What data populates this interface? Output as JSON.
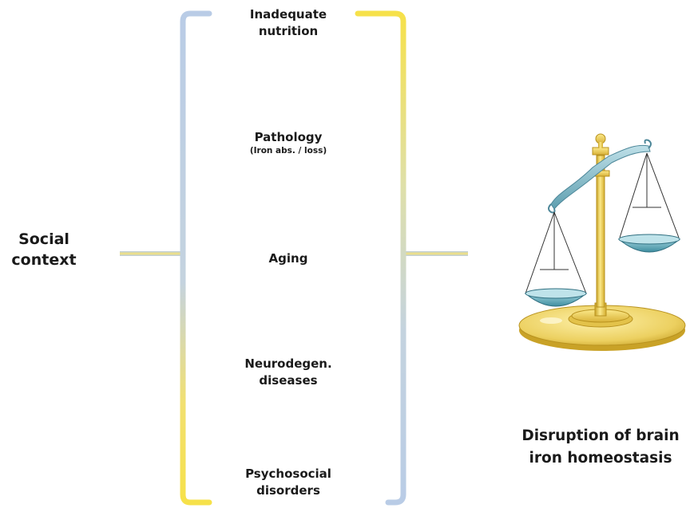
{
  "social_context": {
    "line1": "Social",
    "line2": "context"
  },
  "factors": [
    {
      "line1": "Inadequate",
      "line2": "nutrition"
    },
    {
      "line1": "Pathology",
      "sub": "(Iron abs. / loss)"
    },
    {
      "line1": "Aging"
    },
    {
      "line1": "Neurodegen.",
      "line2": "diseases"
    },
    {
      "line1": "Psychosocial",
      "line2": "disorders"
    }
  ],
  "outcome": {
    "line1": "Disruption of brain",
    "line2": "iron homeostasis"
  },
  "colors": {
    "bracket_blue": "#b7cbe6",
    "bracket_yellow": "#f5e257",
    "scale_gold": "#e8c640",
    "pan_teal": "#6fb6c4",
    "beam_teal": "#89bcc8"
  }
}
